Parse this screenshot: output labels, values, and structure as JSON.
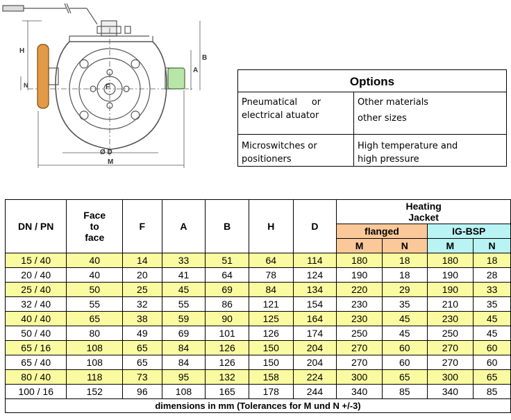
{
  "drawing": {
    "labels": [
      "H",
      "N",
      "B",
      "A",
      "F",
      "Ø D",
      "M"
    ],
    "colors": {
      "handwheel": "#e39a46",
      "connector": "#b8e6a8",
      "line": "#555555"
    }
  },
  "options": {
    "title": "Options",
    "cells": [
      {
        "lines": [
          "Pneumatical     or",
          "electrical atuator"
        ]
      },
      {
        "lines": [
          "Other materials",
          "other sizes"
        ]
      },
      {
        "lines": [
          "Microswitches or",
          "positioners"
        ]
      },
      {
        "lines": [
          "High temperature and",
          "high pressure"
        ]
      }
    ]
  },
  "table": {
    "headers": {
      "dn_pn": "DN / PN",
      "face": [
        "Face",
        "to",
        "face"
      ],
      "F": "F",
      "A": "A",
      "B": "B",
      "H": "H",
      "D": "D",
      "heating": [
        "Heating",
        "Jacket"
      ],
      "flanged": "flanged",
      "igbsp": "IG-BSP",
      "M": "M",
      "N": "N"
    },
    "rows": [
      [
        "15 / 40",
        "40",
        "14",
        "33",
        "51",
        "64",
        "114",
        "180",
        "18",
        "180",
        "18"
      ],
      [
        "20 / 40",
        "40",
        "20",
        "41",
        "64",
        "78",
        "124",
        "190",
        "18",
        "190",
        "28"
      ],
      [
        "25 / 40",
        "50",
        "25",
        "45",
        "69",
        "84",
        "134",
        "220",
        "29",
        "190",
        "33"
      ],
      [
        "32 / 40",
        "55",
        "32",
        "55",
        "86",
        "121",
        "154",
        "230",
        "35",
        "210",
        "35"
      ],
      [
        "40 / 40",
        "65",
        "38",
        "59",
        "90",
        "125",
        "164",
        "230",
        "45",
        "230",
        "45"
      ],
      [
        "50 / 40",
        "80",
        "49",
        "69",
        "101",
        "126",
        "174",
        "250",
        "45",
        "250",
        "45"
      ],
      [
        "65 / 16",
        "108",
        "65",
        "84",
        "126",
        "150",
        "204",
        "270",
        "60",
        "270",
        "60"
      ],
      [
        "65 / 40",
        "108",
        "65",
        "84",
        "126",
        "150",
        "204",
        "270",
        "60",
        "270",
        "60"
      ],
      [
        "80 / 40",
        "118",
        "73",
        "95",
        "132",
        "158",
        "224",
        "300",
        "65",
        "300",
        "65"
      ],
      [
        "100 / 16",
        "152",
        "96",
        "108",
        "165",
        "178",
        "244",
        "340",
        "85",
        "340",
        "85"
      ]
    ],
    "highlight_rows": [
      0,
      2,
      4,
      6,
      8
    ],
    "colors": {
      "highlight": "#fafaa0",
      "flanged": "#fbc89a",
      "igbsp": "#b9f3f3"
    },
    "footer": "dimensions in mm (Tolerances for M und N +/-3)"
  }
}
